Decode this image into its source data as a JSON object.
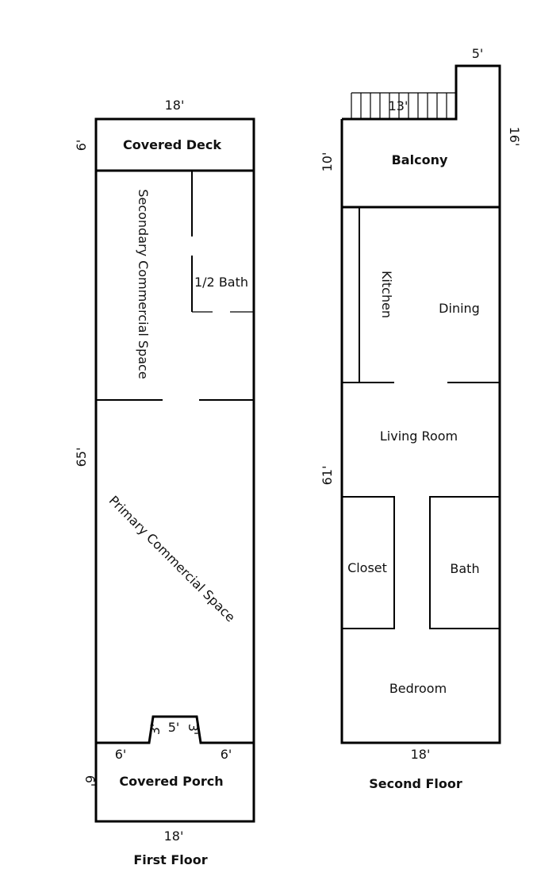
{
  "first_floor": {
    "caption": "First Floor",
    "dimensions": {
      "top_width": "18'",
      "deck_depth": "6'",
      "main_length": "65'",
      "porch_depth": "6'",
      "bottom_width": "18'",
      "porch_left": "6'",
      "porch_right": "6'",
      "bay_left": "3'",
      "bay_front": "5'",
      "bay_right": "3'"
    },
    "rooms": {
      "covered_deck": "Covered Deck",
      "secondary_space": "Secondary Commercial Space",
      "half_bath": "1/2 Bath",
      "primary_space": "Primary Commercial Space",
      "covered_porch": "Covered Porch"
    }
  },
  "second_floor": {
    "caption": "Second Floor",
    "dimensions": {
      "stair_width": "13'",
      "extension_width": "5'",
      "extension_length": "16'",
      "balcony_depth": "10'",
      "main_length": "61'",
      "bottom_width": "18'"
    },
    "rooms": {
      "balcony": "Balcony",
      "kitchen": "Kitchen",
      "dining": "Dining",
      "living_room": "Living Room",
      "closet": "Closet",
      "bath": "Bath",
      "bedroom": "Bedroom"
    }
  }
}
